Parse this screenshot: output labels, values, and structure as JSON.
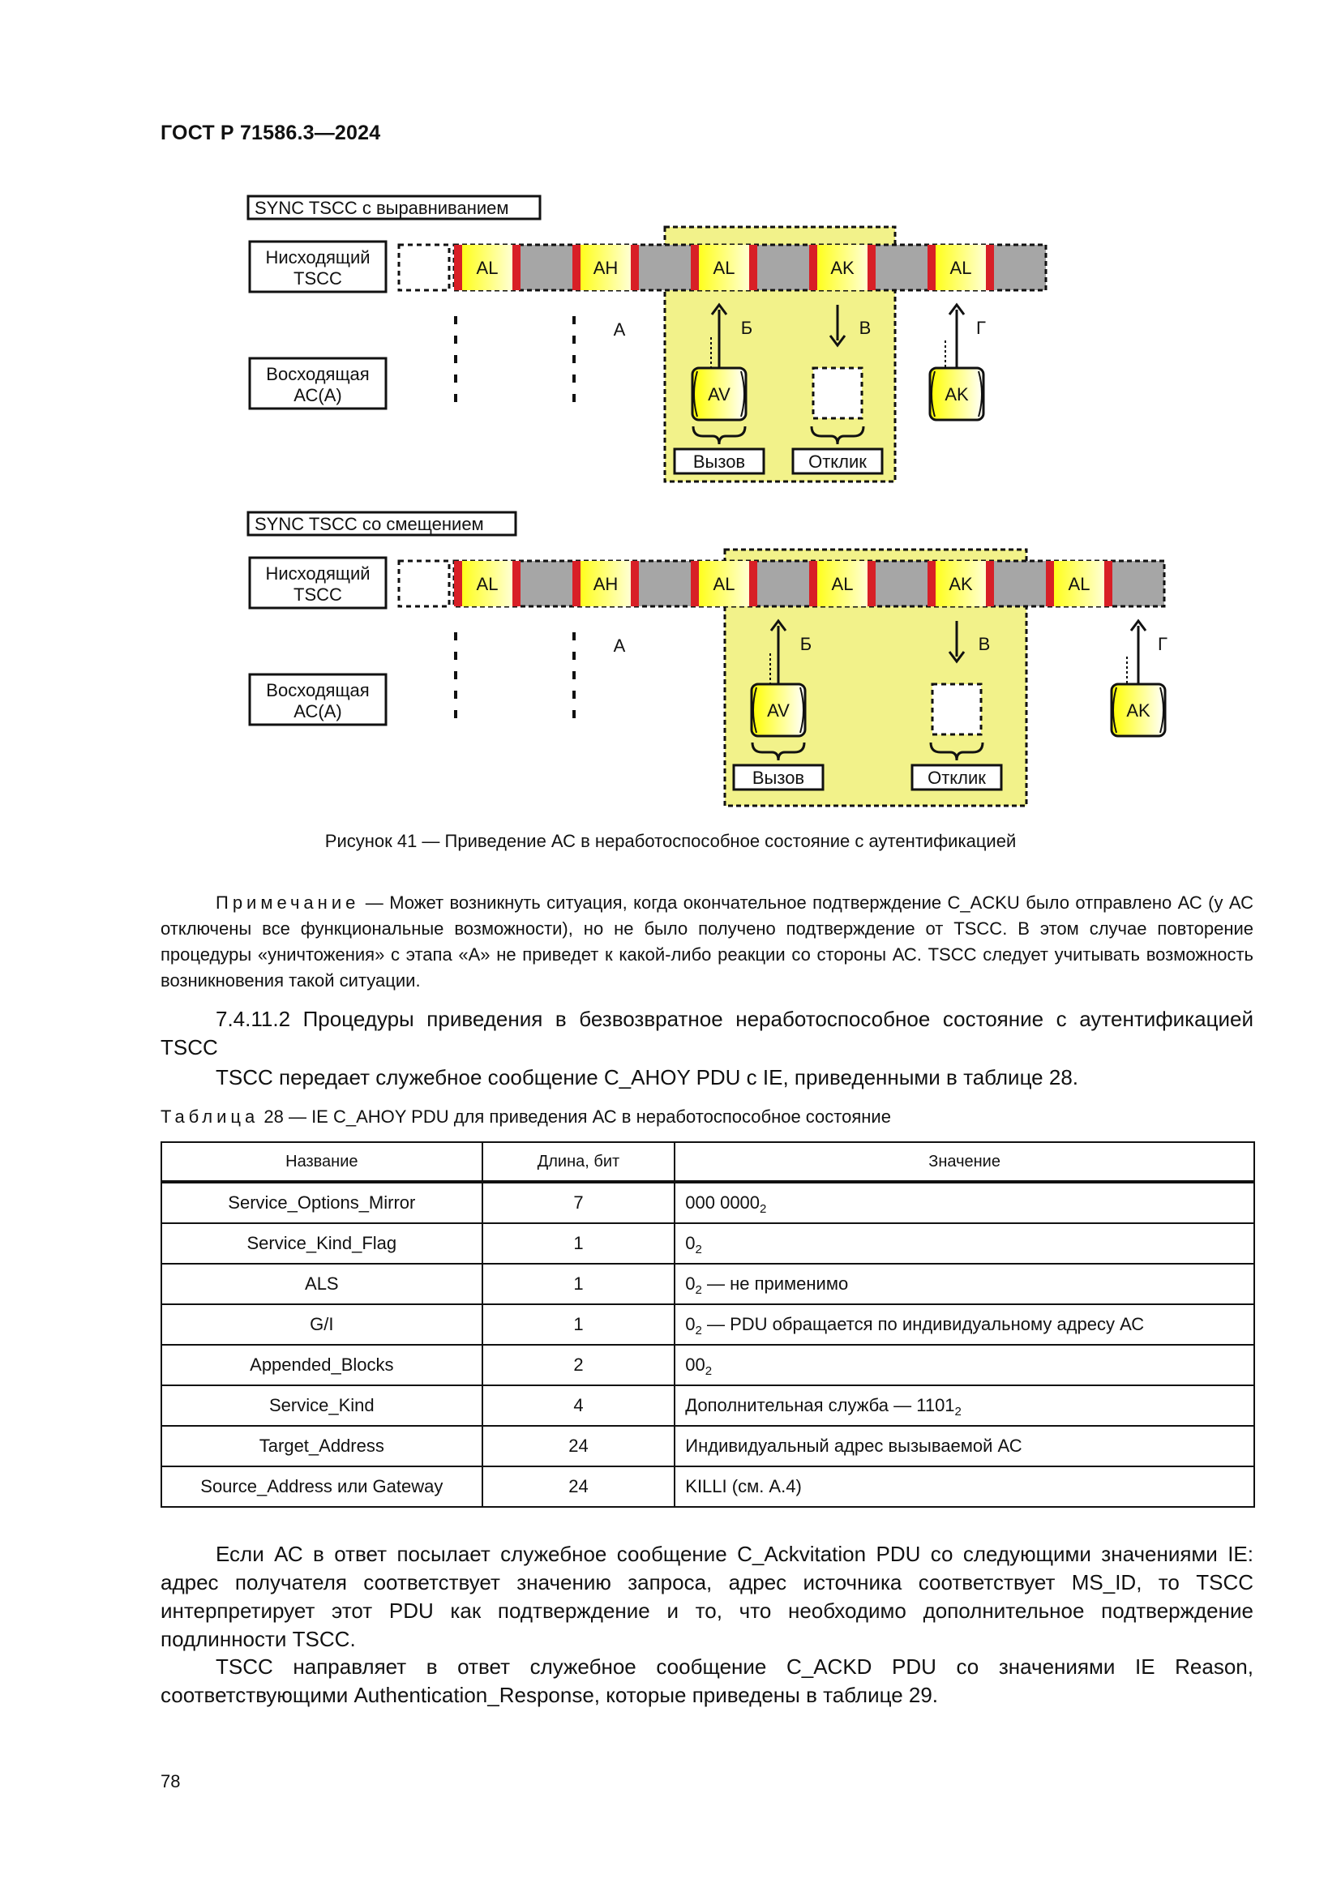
{
  "header": {
    "doc_id": "ГОСТ Р 71586.3—2024"
  },
  "figure": {
    "panel1": {
      "title": "SYNC TSCC с выравниванием",
      "downlink_label_1": "Нисходящий",
      "downlink_label_2": "TSCC",
      "uplink_label_1": "Восходящая",
      "uplink_label_2": "АС(А)",
      "slots": [
        "AL",
        "AH",
        "AL",
        "AK",
        "AL"
      ],
      "marker_a": "А",
      "marker_b": "Б",
      "marker_v": "В",
      "marker_g": "Г",
      "uplink_av": "AV",
      "uplink_ak": "AK",
      "call_label": "Вызов",
      "response_label": "Отклик"
    },
    "panel2": {
      "title": "SYNC TSCC со смещением",
      "downlink_label_1": "Нисходящий",
      "downlink_label_2": "TSCC",
      "uplink_label_1": "Восходящая",
      "uplink_label_2": "АС(А)",
      "slots": [
        "AL",
        "AH",
        "AL",
        "AL",
        "AK",
        "AL"
      ],
      "marker_a": "А",
      "marker_b": "Б",
      "marker_v": "В",
      "marker_g": "Г",
      "uplink_av": "AV",
      "uplink_ak": "AK",
      "call_label": "Вызов",
      "response_label": "Отклик"
    },
    "colors": {
      "highlight": "#f2f28a",
      "slot_red": "#d81f26",
      "slot_gray": "#a6a6a6",
      "slot_yellow": "#ffff00"
    },
    "caption": "Рисунок 41 — Приведение АС в неработоспособное состояние с аутентификацией"
  },
  "note": {
    "label": "Примечание",
    "text": " — Может возникнуть ситуация, когда окончательное подтверждение C_ACKU было отправлено АС (у АС отключены все функциональные возможности), но не было получено подтверждение от TSCC. В этом случае повторение процедуры «уничтожения» с этапа «А» не приведет к какой-либо реакции со стороны АС. TSCC следует учитывать возможность возникновения такой ситуации."
  },
  "section_heading": "7.4.11.2 Процедуры приведения в безвозвратное неработоспособное состояние с аутентификацией TSCC",
  "para_intro": "TSCC передает служебное сообщение C_AHOY PDU с IE, приведенными в таблице 28.",
  "table": {
    "label": "Таблица",
    "title": " 28 — IE C_AHOY PDU для приведения АС в неработоспособное состояние",
    "headers": [
      "Название",
      "Длина, бит",
      "Значение"
    ],
    "rows": [
      {
        "name": "Service_Options_Mirror",
        "len": "7",
        "val": "000 0000",
        "sub": "2",
        "rest": ""
      },
      {
        "name": "Service_Kind_Flag",
        "len": "1",
        "val": "0",
        "sub": "2",
        "rest": ""
      },
      {
        "name": "ALS",
        "len": "1",
        "val": "0",
        "sub": "2",
        "rest": " — не применимо"
      },
      {
        "name": "G/I",
        "len": "1",
        "val": "0",
        "sub": "2",
        "rest": " — PDU обращается по индивидуальному адресу АС"
      },
      {
        "name": "Appended_Blocks",
        "len": "2",
        "val": "00",
        "sub": "2",
        "rest": ""
      },
      {
        "name": "Service_Kind",
        "len": "4",
        "val": "Дополнительная служба — 1101",
        "sub": "2",
        "rest": ""
      },
      {
        "name": "Target_Address",
        "len": "24",
        "val": "Индивидуальный адрес вызываемой АС",
        "sub": "",
        "rest": ""
      },
      {
        "name": "Source_Address или Gateway",
        "len": "24",
        "val": "KILLI (см. А.4)",
        "sub": "",
        "rest": ""
      }
    ]
  },
  "para_after_1": "Если АС в ответ посылает служебное сообщение C_Ackvitation PDU со следующими значениями IE: адрес получателя соответствует значению запроса, адрес источника соответствует MS_ID, то TSCC интерпретирует этот PDU как подтверждение и то, что необходимо дополнительное подтверждение подлинности TSCC.",
  "para_after_2": "TSCC направляет в ответ служебное сообщение C_ACKD PDU со значениями IE Reason, соответствующими Authentication_Response, которые приведены в таблице 29.",
  "page_number": "78"
}
